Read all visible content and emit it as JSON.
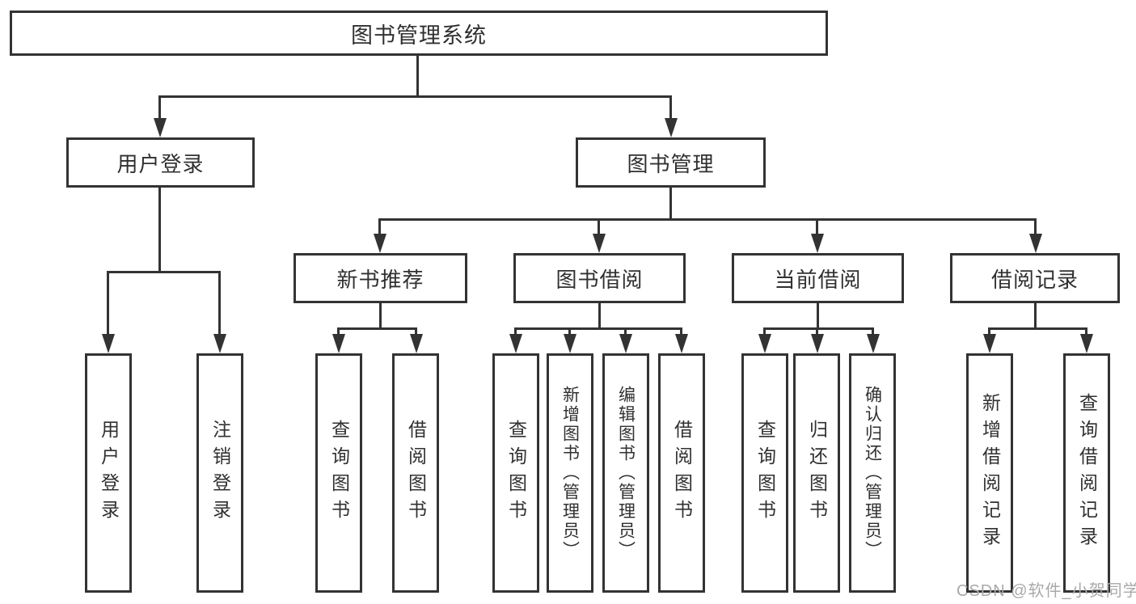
{
  "diagram": {
    "root": {
      "label": "图书管理系统"
    },
    "branches": [
      {
        "label": "用户登录",
        "children": [
          {
            "label": "用户登录"
          },
          {
            "label": "注销登录"
          }
        ]
      },
      {
        "label": "图书管理",
        "groups": [
          {
            "label": "新书推荐",
            "children": [
              {
                "label": "查询图书"
              },
              {
                "label": "借阅图书"
              }
            ]
          },
          {
            "label": "图书借阅",
            "children": [
              {
                "label": "查询图书"
              },
              {
                "label": "新增图书（管理员）"
              },
              {
                "label": "编辑图书（管理员）"
              },
              {
                "label": "借阅图书"
              }
            ]
          },
          {
            "label": "当前借阅",
            "children": [
              {
                "label": "查询图书"
              },
              {
                "label": "归还图书"
              },
              {
                "label": "确认归还（管理员）"
              }
            ]
          },
          {
            "label": "借阅记录",
            "children": [
              {
                "label": "新增借阅记录"
              },
              {
                "label": "查询借阅记录"
              }
            ]
          }
        ]
      }
    ]
  },
  "watermark": {
    "text": "CSDN @软件_小贺同学"
  },
  "colors": {
    "line": "#333333",
    "text": "#303030",
    "watermark": "#a9a9a9",
    "background": "#ffffff"
  }
}
